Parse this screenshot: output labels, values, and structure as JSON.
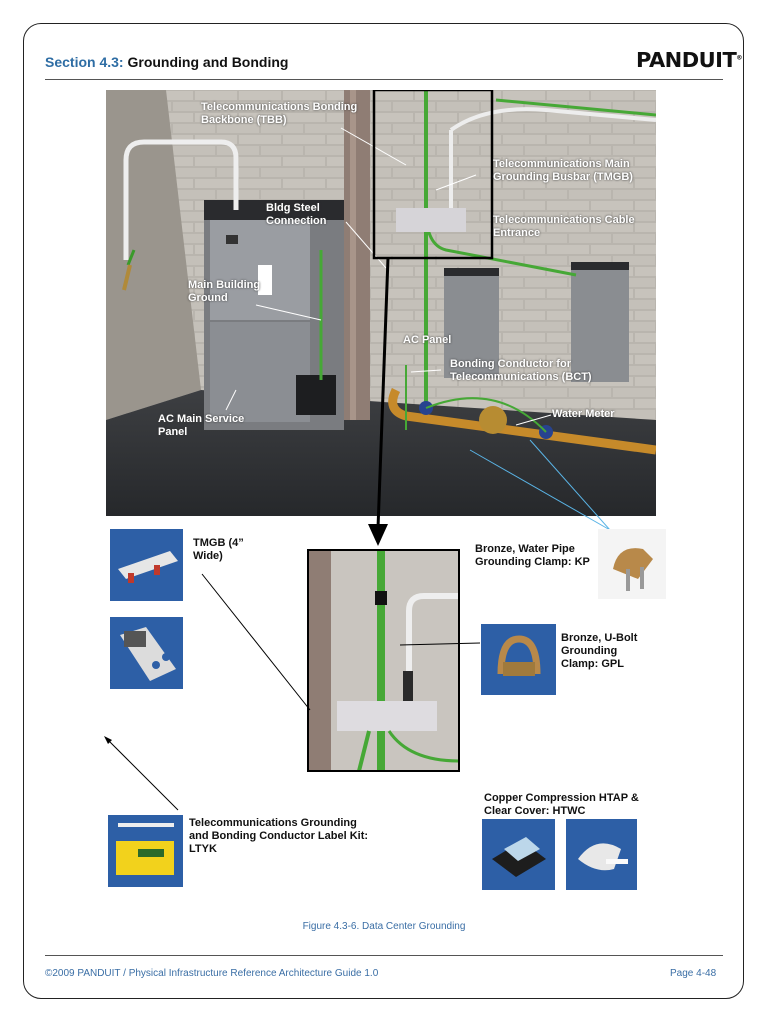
{
  "header": {
    "section": "Section 4.3:",
    "title": "Grounding and Bonding",
    "logo": "PANDUIT"
  },
  "scene_labels": {
    "tbb": "Telecommunications Bonding Backbone (TBB)",
    "tmgb": "Telecommunications Main Grounding Busbar (TMGB)",
    "bldg_steel": "Bldg Steel Connection",
    "cable_entrance": "Telecommunications Cable Entrance",
    "main_ground": "Main Building Ground",
    "ac_panel": "AC Panel",
    "bct": "Bonding Conductor for Telecommunications (BCT)",
    "water_meter": "Water Meter",
    "ac_main": "AC Main Service Panel"
  },
  "products": {
    "tmgb": "TMGB (4” Wide)",
    "kp": "Bronze, Water Pipe Grounding Clamp: KP",
    "gpl": "Bronze, U-Bolt Grounding Clamp: GPL",
    "ltyk": "Telecommunications Grounding and Bonding Conductor Label Kit: LTYK",
    "htwc": "Copper Compression HTAP & Clear Cover: HTWC"
  },
  "caption": "Figure 4.3-6. Data Center Grounding",
  "footer": {
    "left": "©2009 PANDUIT / Physical Infrastructure Reference Architecture Guide 1.0",
    "right": "Page 4-48"
  }
}
